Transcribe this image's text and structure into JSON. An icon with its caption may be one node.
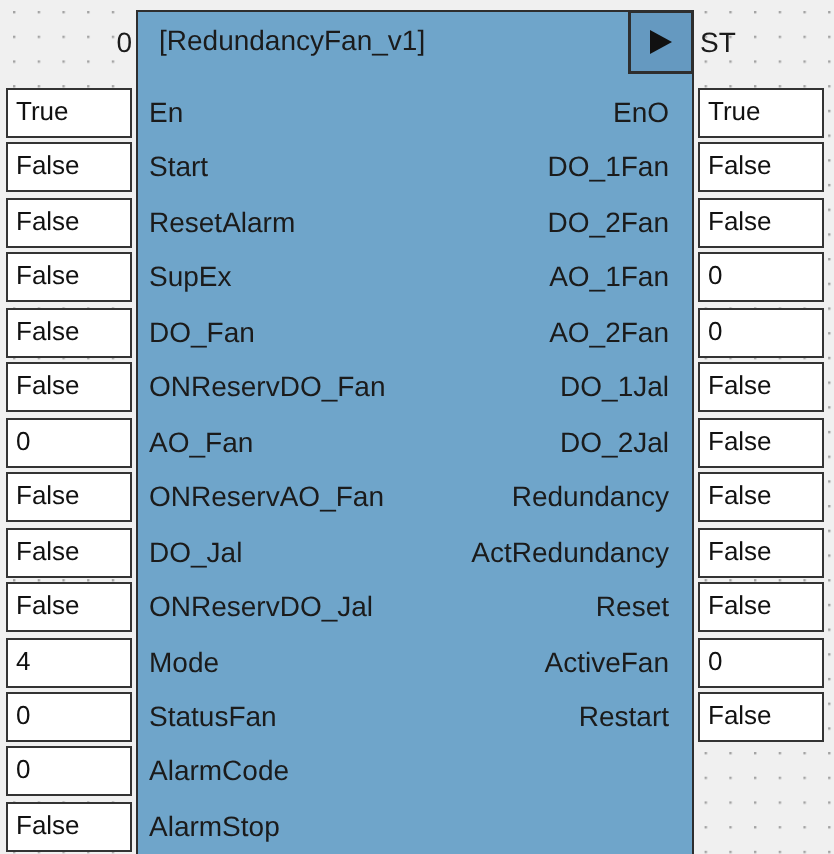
{
  "diagram": {
    "nodes": [
      {
        "text": [
          "[RedundancyFan_v1]",
          "En",
          "EnO",
          "Start",
          "DO_1Fan",
          "ResetAlarm",
          "DO_2Fan",
          "SupEx",
          "AO_1Fan",
          "DO_Fan",
          "AO_2Fan",
          "ONReservDO_Fan",
          "DO_1Jal",
          "AO_Fan",
          "DO_2Jal",
          "ONReservAO_Fan",
          "Redundancy",
          "DO_Jal",
          "ActRedundancy",
          "ONReservDO_Jal",
          "Reset",
          "Mode",
          "ActiveFan",
          "StatusFan",
          "Restart",
          "AlarmCode",
          "AlarmStop"
        ],
        "beside": [
          "0",
          "ST"
        ]
      },
      {
        "text": [
          "True"
        ]
      },
      {
        "text": [
          "True"
        ]
      },
      {
        "text": [
          "False"
        ]
      },
      {
        "text": [
          "False"
        ]
      },
      {
        "text": [
          "False"
        ]
      },
      {
        "text": [
          "False"
        ]
      },
      {
        "text": [
          "False"
        ]
      },
      {
        "text": [
          "0"
        ]
      },
      {
        "text": [
          "False"
        ]
      },
      {
        "text": [
          "0"
        ]
      },
      {
        "text": [
          "False"
        ]
      },
      {
        "text": [
          "False"
        ]
      },
      {
        "text": [
          "0"
        ]
      },
      {
        "text": [
          "False"
        ]
      },
      {
        "text": [
          "False"
        ]
      },
      {
        "text": [
          "False"
        ]
      },
      {
        "text": [
          "False"
        ]
      },
      {
        "text": [
          "False"
        ]
      },
      {
        "text": [
          "False"
        ]
      },
      {
        "text": [
          "False"
        ]
      },
      {
        "text": [
          "4"
        ]
      },
      {
        "text": [
          "0"
        ]
      },
      {
        "text": [
          "0"
        ]
      },
      {
        "text": [
          "False"
        ]
      },
      {
        "text": [
          "0"
        ]
      },
      {
        "text": [
          "False"
        ]
      }
    ]
  }
}
